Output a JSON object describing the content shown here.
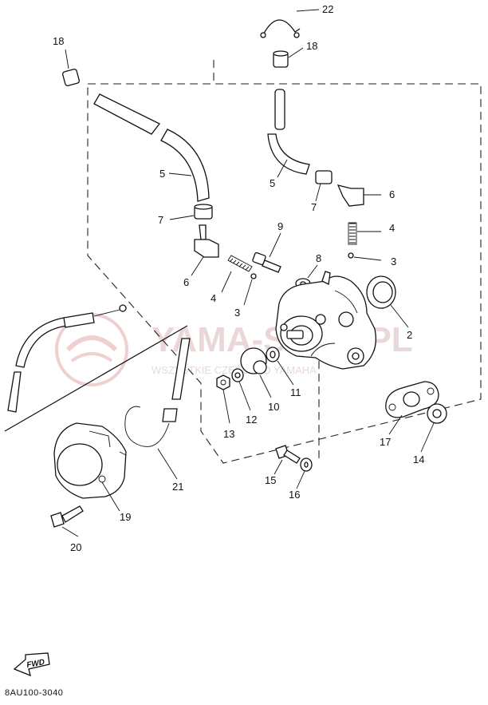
{
  "document_code": "8AU100-3040",
  "watermark": {
    "main": "YAMA-SHOP.PL",
    "sub": "WSZYSTKIE CZĘŚCI DO YAMAHA"
  },
  "fwd_label": "FWD",
  "callouts": {
    "c1": "22",
    "c2": "18",
    "c3": "18",
    "c4": "5",
    "c5": "5",
    "c6": "7",
    "c7": "7",
    "c8": "6",
    "c9": "6",
    "c10": "4",
    "c11": "4",
    "c12": "3",
    "c13": "3",
    "c14": "9",
    "c15": "8",
    "c16": "2",
    "c17": "10",
    "c18": "11",
    "c19": "12",
    "c20": "13",
    "c21": "17",
    "c22": "14",
    "c23": "15",
    "c24": "16",
    "c25": "21",
    "c26": "19",
    "c27": "20"
  }
}
